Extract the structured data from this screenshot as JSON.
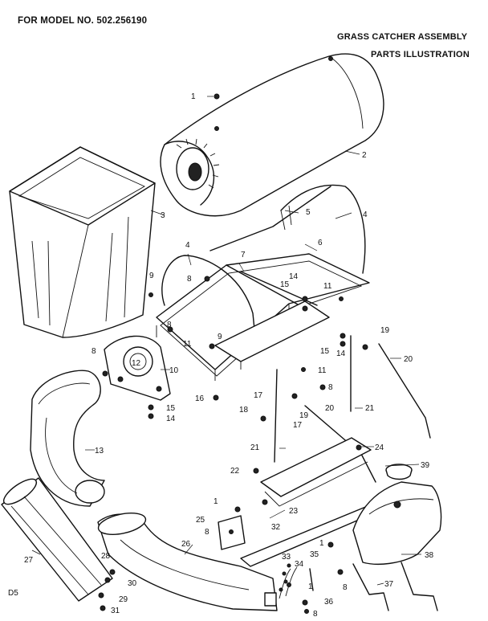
{
  "header": {
    "model": "FOR MODEL NO. 502.256190",
    "title_line1": "GRASS CATCHER ASSEMBLY",
    "title_line2": "PARTS ILLUSTRATION"
  },
  "footer": {
    "code": "D5"
  },
  "callouts": {
    "c1a": "1",
    "c2": "2",
    "c3": "3",
    "c4a": "4",
    "c4b": "4",
    "c5": "5",
    "c6": "6",
    "c7": "7",
    "c8a": "8",
    "c8b": "8",
    "c8c": "8",
    "c8d": "8",
    "c9a": "9",
    "c9b": "9",
    "c10": "10",
    "c11a": "11",
    "c11b": "11",
    "c11c": "11",
    "c12": "12",
    "c13": "13",
    "c14a": "14",
    "c14b": "14",
    "c14c": "14",
    "c15a": "15",
    "c15b": "15",
    "c15c": "15",
    "c16": "16",
    "c17a": "17",
    "c17b": "17",
    "c18": "18",
    "c19a": "19",
    "c19b": "19",
    "c20a": "20",
    "c20b": "20",
    "c21a": "21",
    "c21b": "21",
    "c22": "22",
    "c23": "23",
    "c24": "24",
    "c25": "25",
    "c1b": "1",
    "c8e": "8",
    "c26": "26",
    "c27": "27",
    "c28": "28",
    "c29": "29",
    "c30": "30",
    "c31": "31",
    "c32": "32",
    "c33": "33",
    "c34": "34",
    "c35": "35",
    "c1c": "1",
    "c1d": "1",
    "c8f": "8",
    "c36": "36",
    "c8g": "8",
    "c37": "37",
    "c38": "38",
    "c39": "39"
  }
}
